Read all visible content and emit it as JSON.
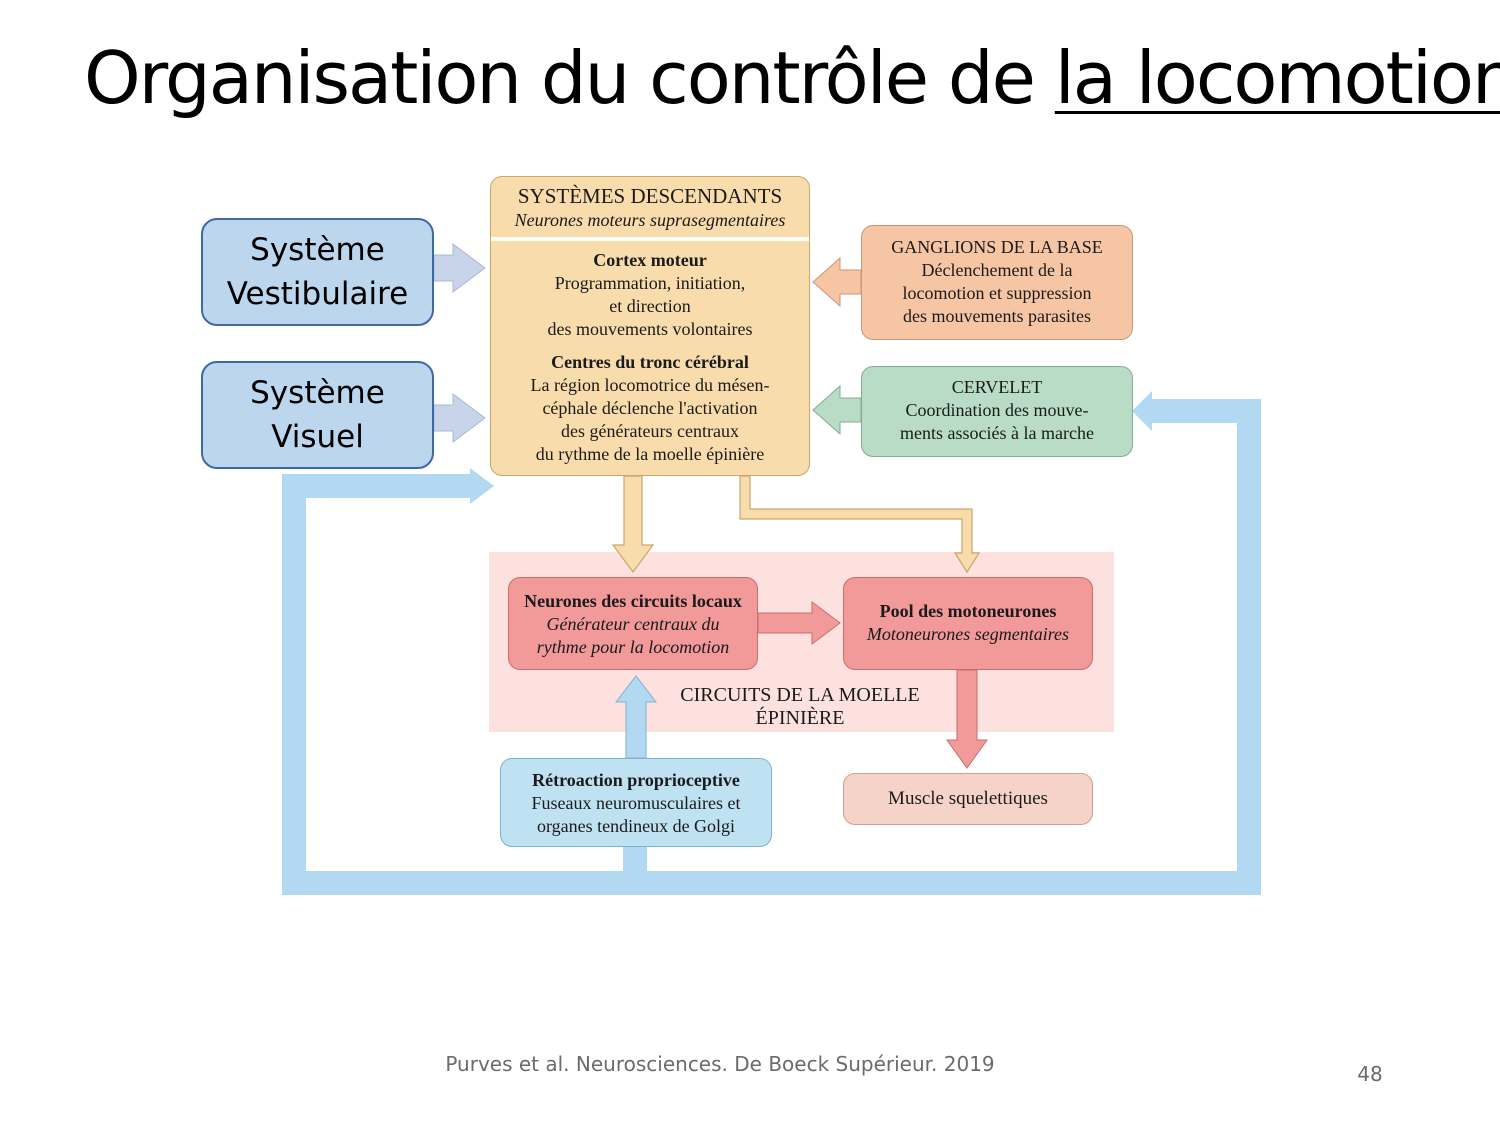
{
  "title": {
    "main": "Organisation du contrôle de ",
    "underlined": "la locomotion"
  },
  "systeme_vestibulaire": {
    "line1": "Système",
    "line2": "Vestibulaire"
  },
  "systeme_visuel": {
    "line1": "Système",
    "line2": "Visuel"
  },
  "systemes_descendants": {
    "heading": "SYSTÈMES DESCENDANTS",
    "subheading": "Neurones moteurs suprasegmentaires",
    "cortex_title": "Cortex moteur",
    "cortex_lines": [
      "Programmation, initiation,",
      "et direction",
      "des mouvements volontaires"
    ],
    "tronc_title": "Centres du tronc cérébral",
    "tronc_lines": [
      "La région locomotrice du mésen-",
      "céphale déclenche l'activation",
      "des générateurs centraux",
      "du rythme de la moelle épinière"
    ]
  },
  "ganglions": {
    "title": "GANGLIONS DE LA BASE",
    "lines": [
      "Déclenchement de la",
      "locomotion et suppression",
      "des mouvements parasites"
    ]
  },
  "cervelet": {
    "title": "CERVELET",
    "lines": [
      "Coordination des mouve-",
      "ments associés à la marche"
    ]
  },
  "circuits_locaux": {
    "title": "Neurones des circuits locaux",
    "lines": [
      "Générateur centraux du",
      "rythme pour la locomotion"
    ]
  },
  "pool": {
    "title": "Pool des motoneurones",
    "subtitle": "Motoneurones segmentaires"
  },
  "moelle_label": {
    "line1": "CIRCUITS DE LA MOELLE",
    "line2": "ÉPINIÈRE"
  },
  "retroaction": {
    "title": "Rétroaction proprioceptive",
    "lines": [
      "Fuseaux neuromusculaires et",
      "organes tendineux de Golgi"
    ]
  },
  "muscle": {
    "label": "Muscle squelettiques"
  },
  "caption": "Purves et al. Neurosciences. De Boeck Supérieur. 2019",
  "page_number": "48",
  "colors": {
    "descendants_fill": "#f8dcac",
    "ganglions_fill": "#f6c5a3",
    "cervelet_fill": "#b9dcc6",
    "spinal_zone_fill": "#fde1df",
    "neuron_box_fill": "#f2999a",
    "retroaction_fill": "#bfe2f3",
    "muscle_fill": "#f6d3c8",
    "system_box_fill": "#bcd6ee",
    "system_box_border": "#3e6aa3",
    "feedback_loop": "#b3d8f1"
  }
}
